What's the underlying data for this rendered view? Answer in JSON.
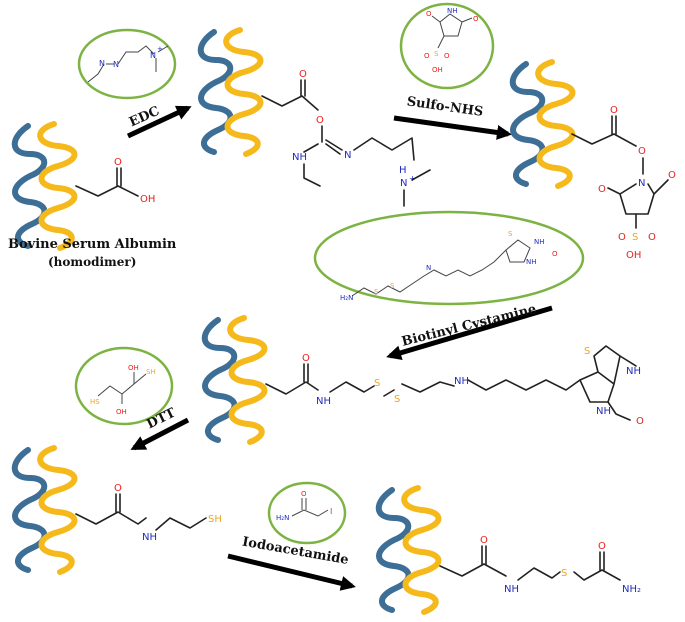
{
  "colors": {
    "blue_helix": "#3d6e96",
    "yellow_helix": "#f5b91c",
    "oxygen": "#e8201c",
    "nitrogen": "#1f2dbf",
    "sulfur": "#f0a41c",
    "iodine": "#a63c9a",
    "bond": "#222222",
    "reagent_ring": "#7cb342"
  },
  "icons": {
    "protein": "protein-helix-icon",
    "arrow": "reaction-arrow-icon"
  },
  "labels": {
    "protein_name": "Bovine Serum Albumin",
    "protein_subtitle": "(homodimer)",
    "step1": "EDC",
    "step2": "Sulfo-NHS",
    "step3": "Biotinyl Cystamine",
    "step4": "DTT",
    "step5": "Iodoacetamide"
  },
  "atoms": {
    "O": "O",
    "OH": "OH",
    "N": "N",
    "NH": "NH",
    "H": "H",
    "N_plus": "N",
    "plus": "+",
    "S": "S",
    "SH": "SH",
    "HS": "HS",
    "NH2": "NH₂",
    "H2N": "H₂N",
    "I": "I"
  }
}
